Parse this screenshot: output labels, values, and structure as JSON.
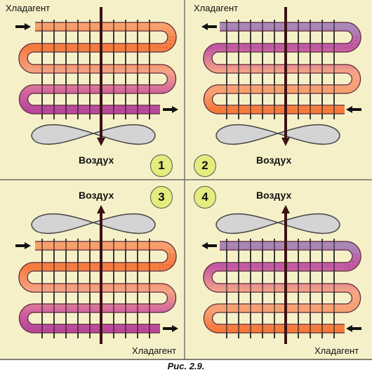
{
  "colors": {
    "panel_bg": "#f6f0c8",
    "divider": "#6e6e6e",
    "orange": "#f57a3c",
    "magenta": "#b9489b",
    "violet": "#a987b7",
    "salmon": "#f4a487",
    "rib": "#1a1a1a",
    "shaft": "#3c1212",
    "fan": "#d4d4d4"
  },
  "panels": [
    {
      "number": "1",
      "refrigerant_label": "Хладагент",
      "air_label": "Воздух"
    },
    {
      "number": "2",
      "refrigerant_label": "Хладагент",
      "air_label": "Воздух"
    },
    {
      "number": "3",
      "refrigerant_label": "Хладагент",
      "air_label": "Воздух"
    },
    {
      "number": "4",
      "refrigerant_label": "Хладагент",
      "air_label": "Воздух"
    }
  ],
  "caption": "Рис. 2.9."
}
